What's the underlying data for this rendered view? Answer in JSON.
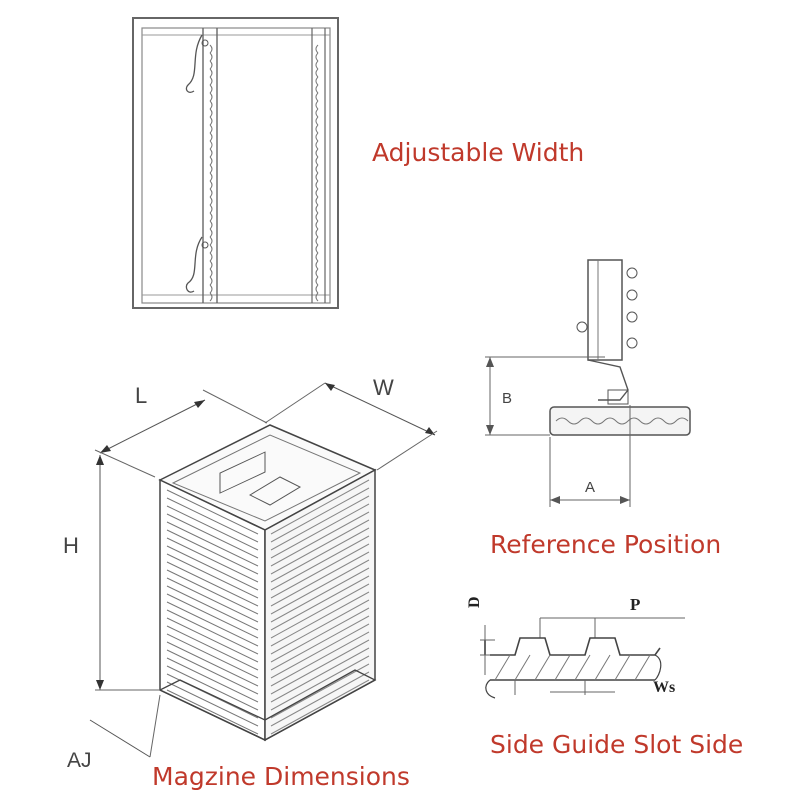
{
  "captions": {
    "adjustable_width": "Adjustable Width",
    "reference_position": "Reference Position",
    "side_guide_slot_side": "Side Guide Slot Side",
    "magazine_dimensions": "Magzine Dimensions"
  },
  "dimension_labels": {
    "length": "L",
    "width": "W",
    "height": "H",
    "aj": "AJ",
    "ref_a": "A",
    "ref_b": "B",
    "slot_depth": "D",
    "slot_pitch": "P",
    "slot_width": "Ws"
  },
  "colors": {
    "caption": "#c0392b",
    "line": "#555555"
  }
}
